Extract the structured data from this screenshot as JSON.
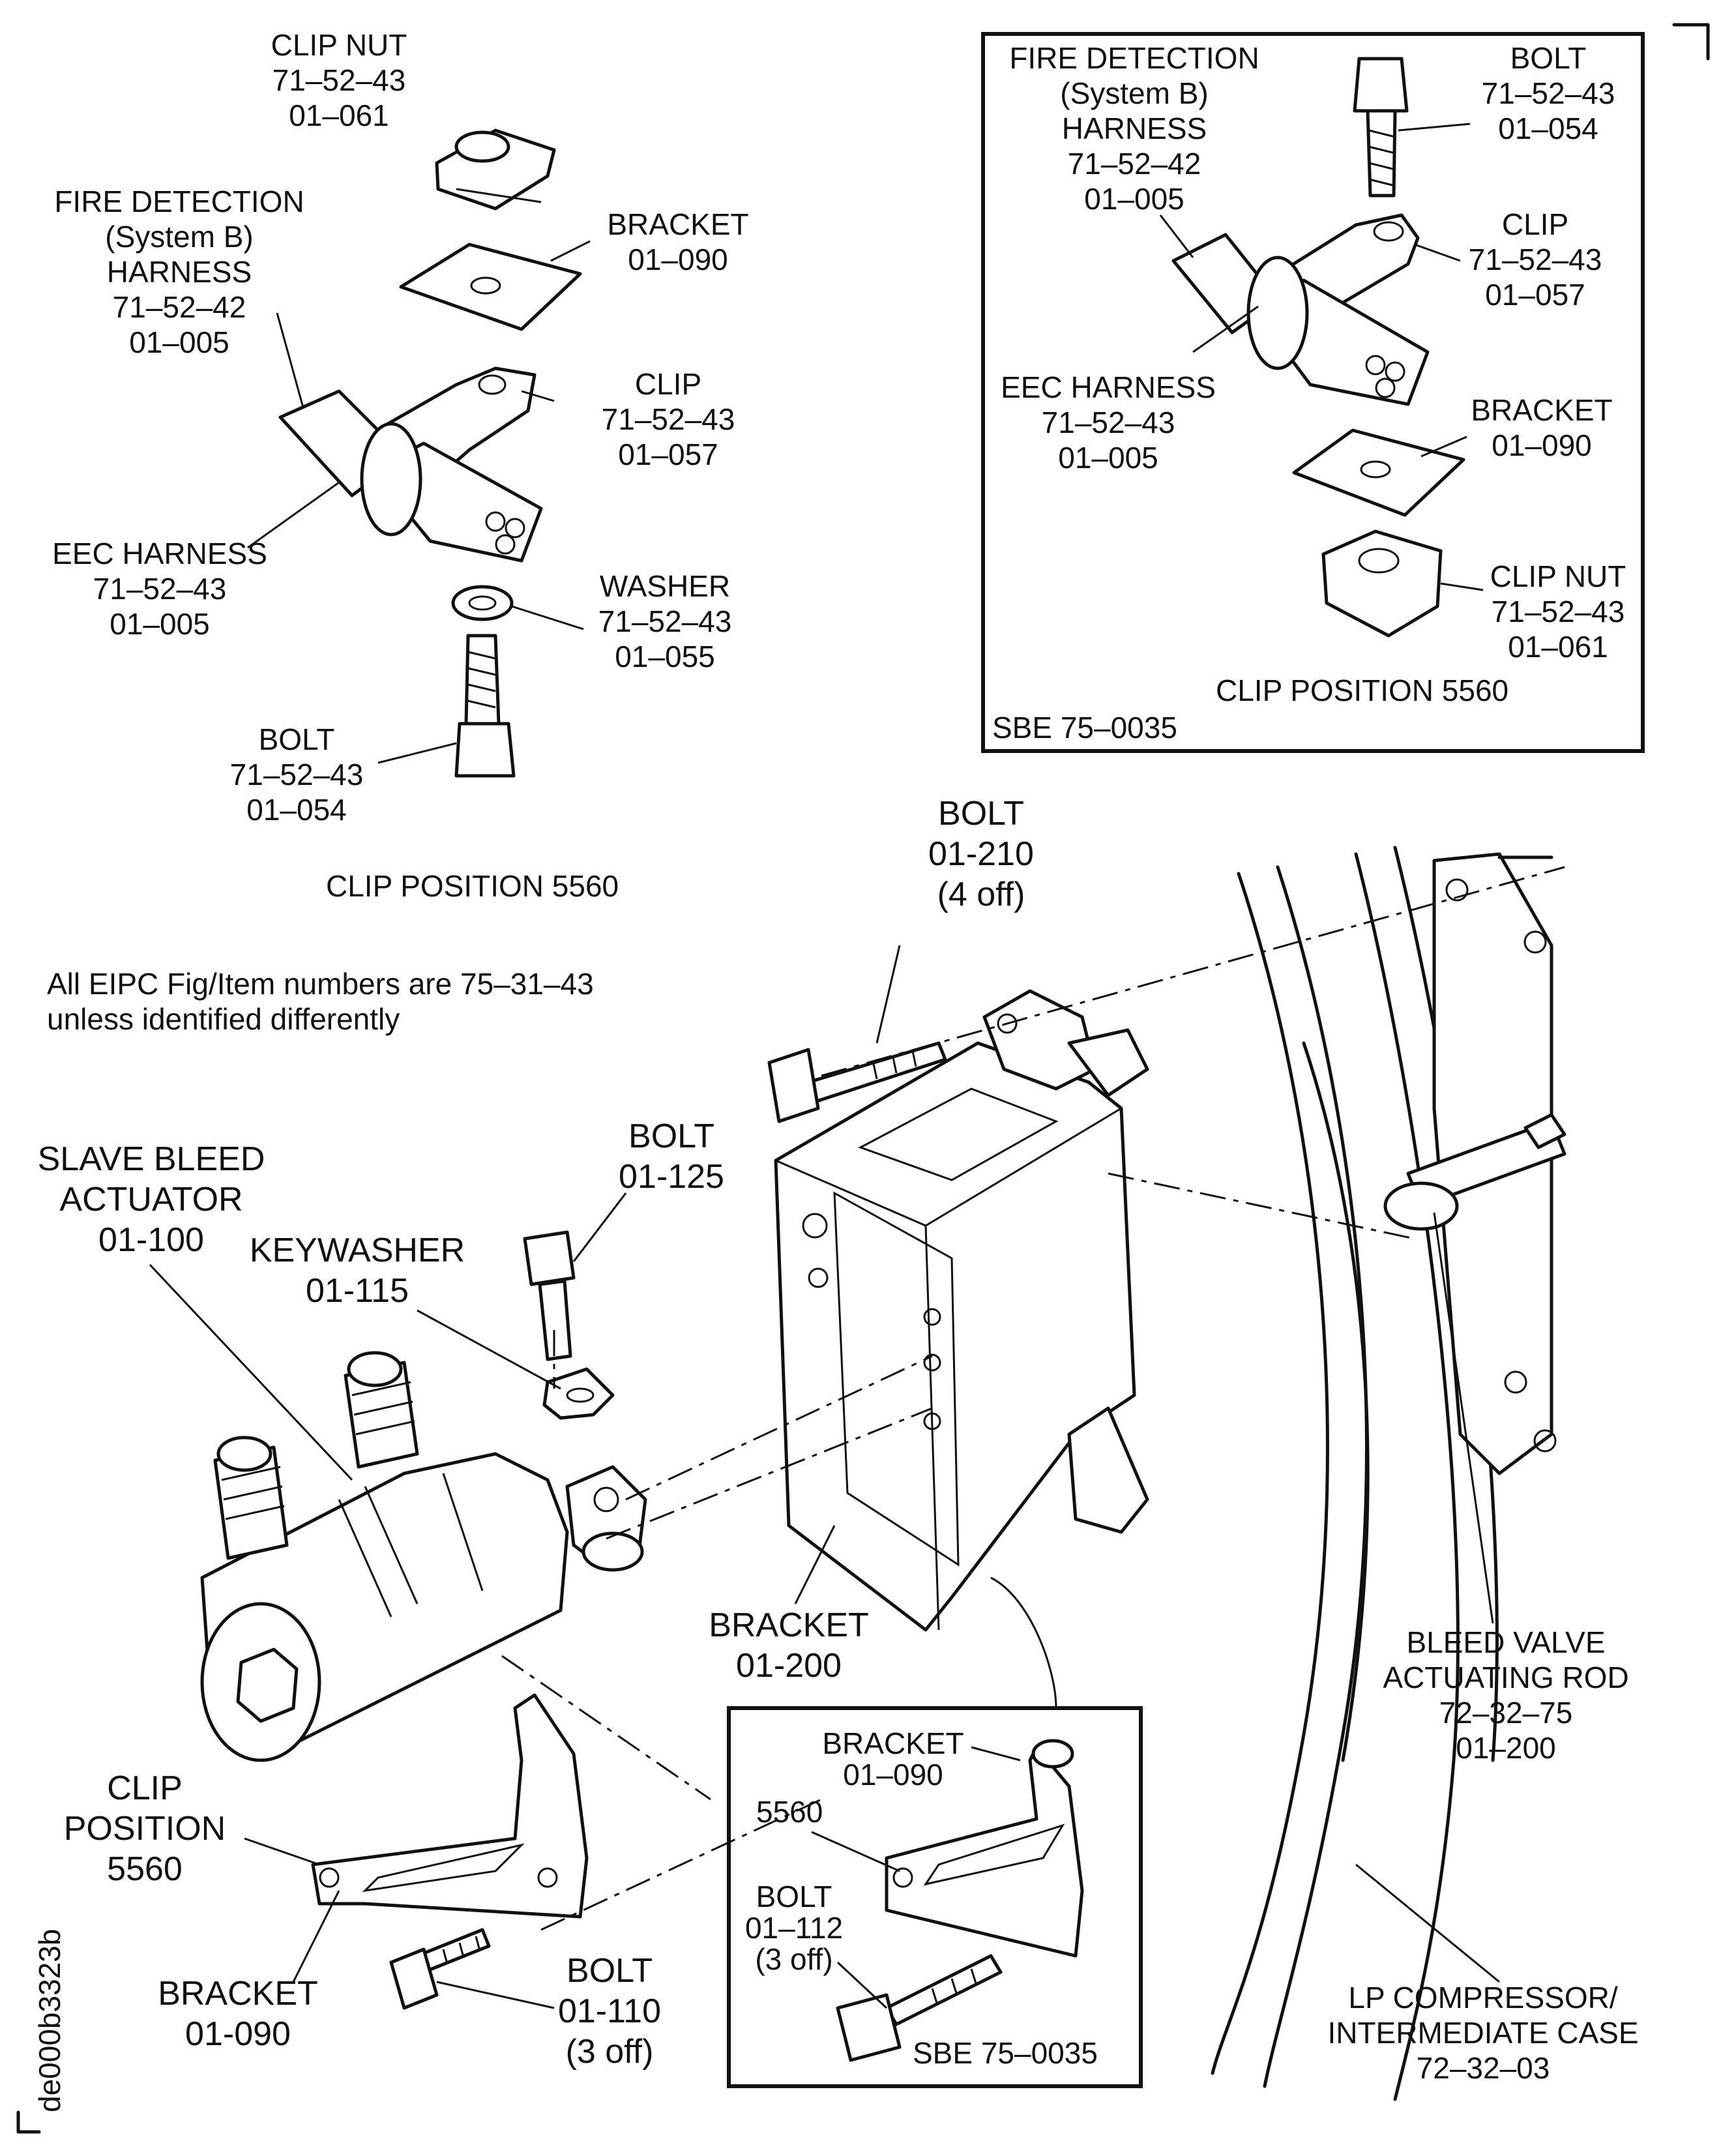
{
  "top_left": {
    "clip_nut": [
      "CLIP NUT",
      "71–52–43",
      "01–061"
    ],
    "fire_detection": [
      "FIRE DETECTION",
      "(System B)",
      "HARNESS",
      "71–52–42",
      "01–005"
    ],
    "bracket": [
      "BRACKET",
      "01–090"
    ],
    "clip": [
      "CLIP",
      "71–52–43",
      "01–057"
    ],
    "eec_harness": [
      "EEC HARNESS",
      "71–52–43",
      "01–005"
    ],
    "washer": [
      "WASHER",
      "71–52–43",
      "01–055"
    ],
    "bolt": [
      "BOLT",
      "71–52–43",
      "01–054"
    ],
    "position": "CLIP POSITION 5560"
  },
  "top_right": {
    "fire_detection": [
      "FIRE DETECTION",
      "(System B)",
      "HARNESS",
      "71–52–42",
      "01–005"
    ],
    "bolt": [
      "BOLT",
      "71–52–43",
      "01–054"
    ],
    "clip": [
      "CLIP",
      "71–52–43",
      "01–057"
    ],
    "eec_harness": [
      "EEC HARNESS",
      "71–52–43",
      "01–005"
    ],
    "bracket": [
      "BRACKET",
      "01–090"
    ],
    "clip_nut": [
      "CLIP NUT",
      "71–52–43",
      "01–061"
    ],
    "position": "CLIP POSITION 5560",
    "sbe": "SBE 75–0035"
  },
  "note": [
    "All EIPC Fig/Item numbers are 75–31–43",
    "unless identified differently"
  ],
  "main": {
    "bolt_210": [
      "BOLT",
      "01-210",
      "(4 off)"
    ],
    "bolt_125": [
      "BOLT",
      "01-125"
    ],
    "slave_bleed": [
      "SLAVE BLEED",
      "ACTUATOR",
      "01-100"
    ],
    "keywasher": [
      "KEYWASHER",
      "01-115"
    ],
    "bracket_200": [
      "BRACKET",
      "01-200"
    ],
    "clip_position": [
      "CLIP",
      "POSITION",
      "5560"
    ],
    "bracket_090": [
      "BRACKET",
      "01-090"
    ],
    "bolt_110": [
      "BOLT",
      "01-110",
      "(3 off)"
    ],
    "bleed_valve": [
      "BLEED VALVE",
      "ACTUATING ROD",
      "72–32–75",
      "01–200"
    ],
    "lp_compressor": [
      "LP COMPRESSOR/",
      "INTERMEDIATE CASE",
      "72–32–03"
    ]
  },
  "inset_bottom": {
    "bracket": [
      "BRACKET",
      "01–090"
    ],
    "position": "5560",
    "bolt": [
      "BOLT",
      "01–112",
      "(3 off)"
    ],
    "sbe": "SBE 75–0035"
  },
  "figure_id": "de000b3323b"
}
